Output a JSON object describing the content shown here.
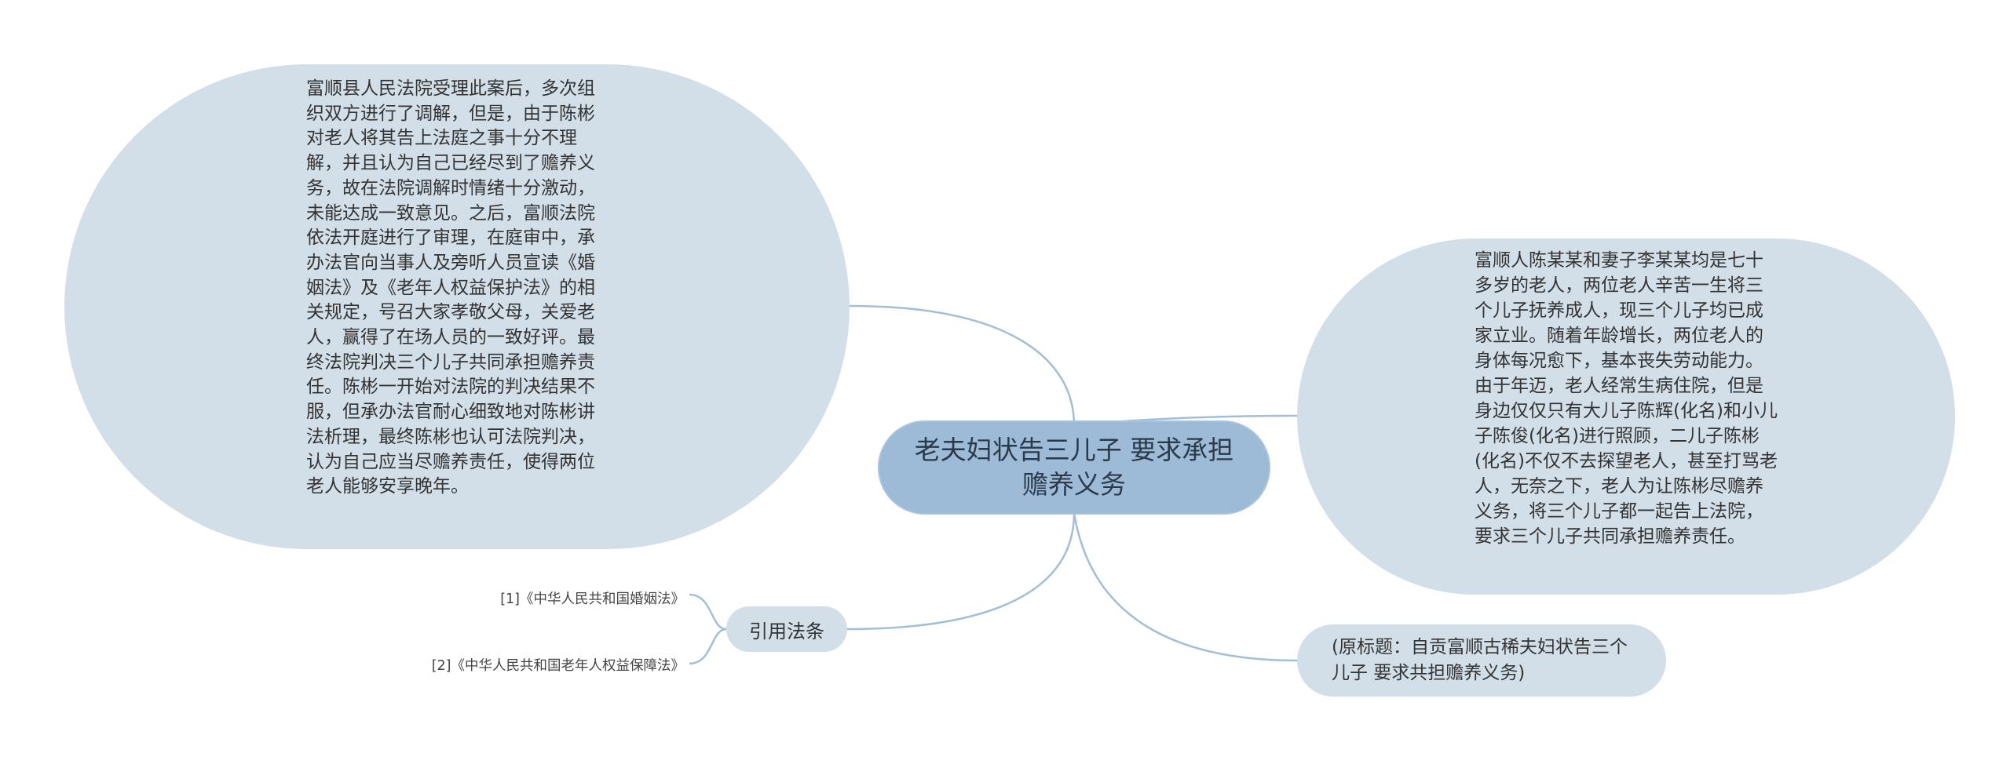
{
  "diagram": {
    "type": "mind-map",
    "colors": {
      "center_fill": "#9dbad7",
      "node_fill": "#d3dfe8",
      "edge": "#a3bfd6"
    },
    "center": {
      "label": "老夫妇状告三儿子 要求承担赡养义务"
    },
    "nodes": {
      "court_process": "富顺县人民法院受理此案后，多次组织双方进行了调解，但是，由于陈彬对老人将其告上法庭之事十分不理解，并且认为自己已经尽到了赡养义务，故在法院调解时情绪十分激动，未能达成一致意见。之后，富顺法院依法开庭进行了审理，在庭审中，承办法官向当事人及旁听人员宣读《婚姻法》及《老年人权益保护法》的相关规定，号召大家孝敬父母，关爱老人，赢得了在场人员的一致好评。最终法院判决三个儿子共同承担赡养责任。陈彬一开始对法院的判决结果不服，但承办法官耐心细致地对陈彬讲法析理，最终陈彬也认可法院判决，认为自己应当尽赡养责任，使得两位老人能够安享晚年。",
      "case_background": "富顺人陈某某和妻子李某某均是七十多岁的老人，两位老人辛苦一生将三个儿子抚养成人，现三个儿子均已成家立业。随着年龄增长，两位老人的身体每况愈下，基本丧失劳动能力。由于年迈，老人经常生病住院，但是身边仅仅只有大儿子陈辉(化名)和小儿子陈俊(化名)进行照顾，二儿子陈彬(化名)不仅不去探望老人，甚至打骂老人，无奈之下，老人为让陈彬尽赡养义务，将三个儿子都一起告上法院，要求三个儿子共同承担赡养责任。",
      "original_title": "(原标题：自贡富顺古稀夫妇状告三个儿子 要求共担赡养义务)",
      "citations": {
        "label": "引用法条",
        "laws": [
          "[1]《中华人民共和国婚姻法》",
          "[2]《中华人民共和国老年人权益保障法》"
        ]
      }
    }
  }
}
